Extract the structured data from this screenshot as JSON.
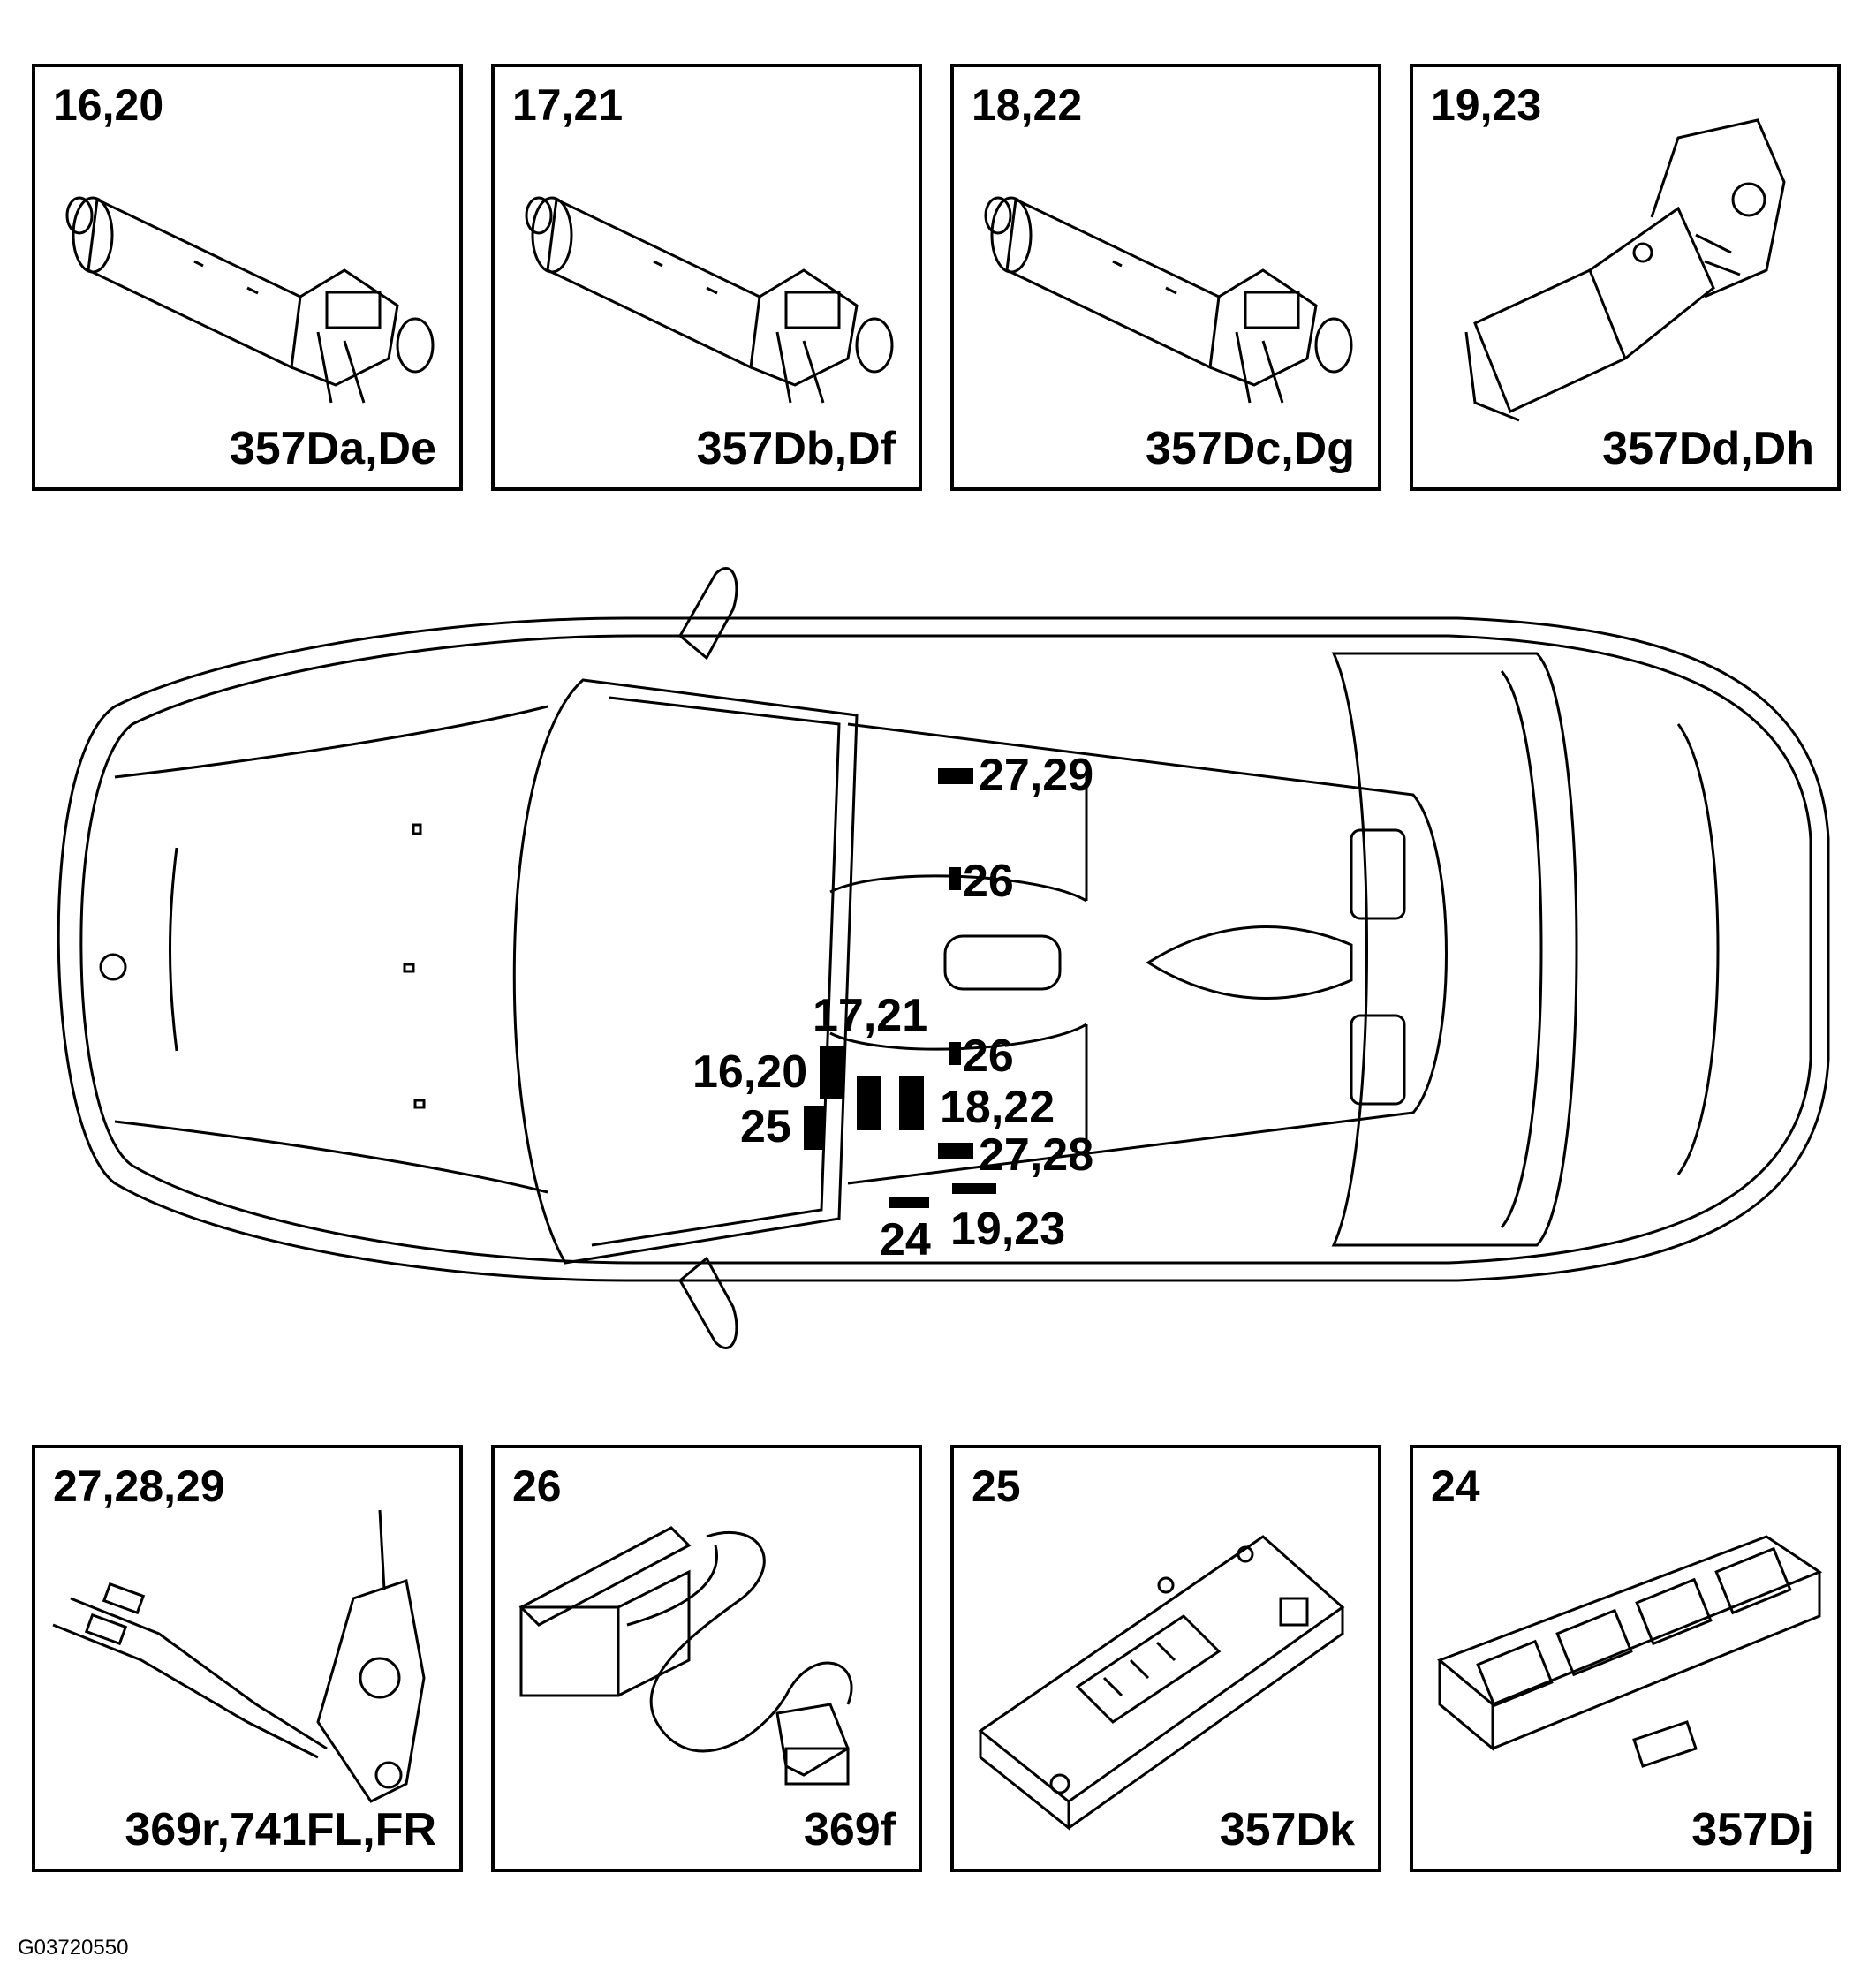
{
  "top_panels": [
    {
      "numbers": "16,20",
      "code": "357Da,De",
      "icon": "seat-motor-icon"
    },
    {
      "numbers": "17,21",
      "code": "357Db,Df",
      "icon": "seat-motor-icon"
    },
    {
      "numbers": "18,22",
      "code": "357Dc,Dg",
      "icon": "seat-motor-icon"
    },
    {
      "numbers": "19,23",
      "code": "357Dd,Dh",
      "icon": "seat-gear-motor-icon"
    }
  ],
  "bottom_panels": [
    {
      "numbers": "27,28,29",
      "code": "369r,741FL,FR",
      "icon": "seatbelt-buckle-switch-icon"
    },
    {
      "numbers": "26",
      "code": "369f",
      "icon": "seat-sensor-icon"
    },
    {
      "numbers": "25",
      "code": "357Dk",
      "icon": "control-module-icon"
    },
    {
      "numbers": "24",
      "code": "357Dj",
      "icon": "switch-panel-icon"
    }
  ],
  "car_callouts": {
    "c1": "27,29",
    "c2": "26",
    "c3": "17,21",
    "c4": "26",
    "c5": "16,20",
    "c6": "18,22",
    "c7": "25",
    "c8": "27,28",
    "c9": "24",
    "c10": "19,23"
  },
  "figure_ref": "G03720550"
}
